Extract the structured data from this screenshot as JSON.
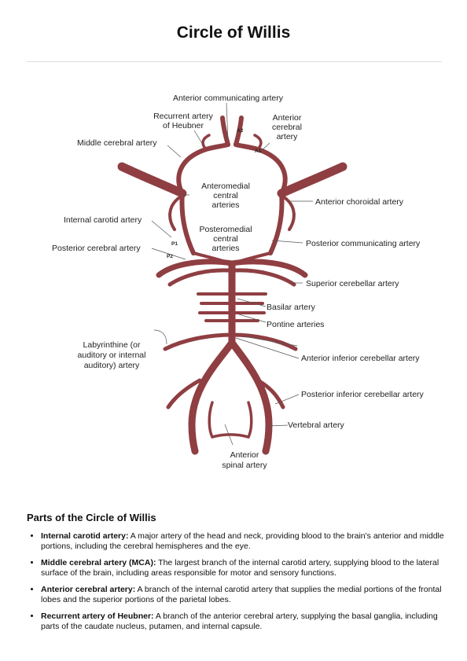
{
  "title": "Circle of Willis",
  "diagram": {
    "labels": {
      "acom": "Anterior communicating artery",
      "heubner_1": "Recurrent artery",
      "heubner_2": "of Heubner",
      "aca_1": "Anterior",
      "aca_2": "cerebral",
      "aca_3": "artery",
      "mca": "Middle cerebral artery",
      "anteromedial_1": "Anteromedial",
      "anteromedial_2": "central",
      "anteromedial_3": "arteries",
      "ant_choroidal": "Anterior choroidal artery",
      "ica": "Internal carotid artery",
      "posteromedial_1": "Posteromedial",
      "posteromedial_2": "central",
      "posteromedial_3": "arteries",
      "pcom": "Posterior communicating artery",
      "pca": "Posterior cerebral artery",
      "sca": "Superior cerebellar artery",
      "basilar": "Basilar artery",
      "pontine": "Pontine arteries",
      "labyrinthine_1": "Labyrinthine (or",
      "labyrinthine_2": "auditory or internal",
      "labyrinthine_3": "auditory) artery",
      "aica": "Anterior inferior cerebellar artery",
      "pica": "Posterior inferior cerebellar artery",
      "vertebral": "Vertebral artery",
      "asa_1": "Anterior",
      "asa_2": "spinal artery",
      "a1": "A1",
      "a2": "A2",
      "p1": "P1",
      "p2": "P2"
    },
    "artery_color": "#8f3e42"
  },
  "parts": {
    "heading": "Parts of the Circle of Willis",
    "items": [
      {
        "term": "Internal carotid artery:",
        "text": " A major artery of the head and neck, providing blood to the brain's anterior and middle portions, including the cerebral hemispheres and the eye."
      },
      {
        "term": "Middle cerebral artery (MCA):",
        "text": " The largest branch of the internal carotid artery, supplying blood to the lateral surface of the brain, including areas responsible for motor and sensory functions."
      },
      {
        "term": "Anterior cerebral artery:",
        "text": " A branch of the internal carotid artery that supplies the medial portions of the frontal lobes and the superior portions of the parietal lobes."
      },
      {
        "term": "Recurrent artery of Heubner:",
        "text": " A branch of the anterior cerebral artery, supplying the basal ganglia, including parts of the caudate nucleus, putamen, and internal capsule."
      }
    ]
  }
}
